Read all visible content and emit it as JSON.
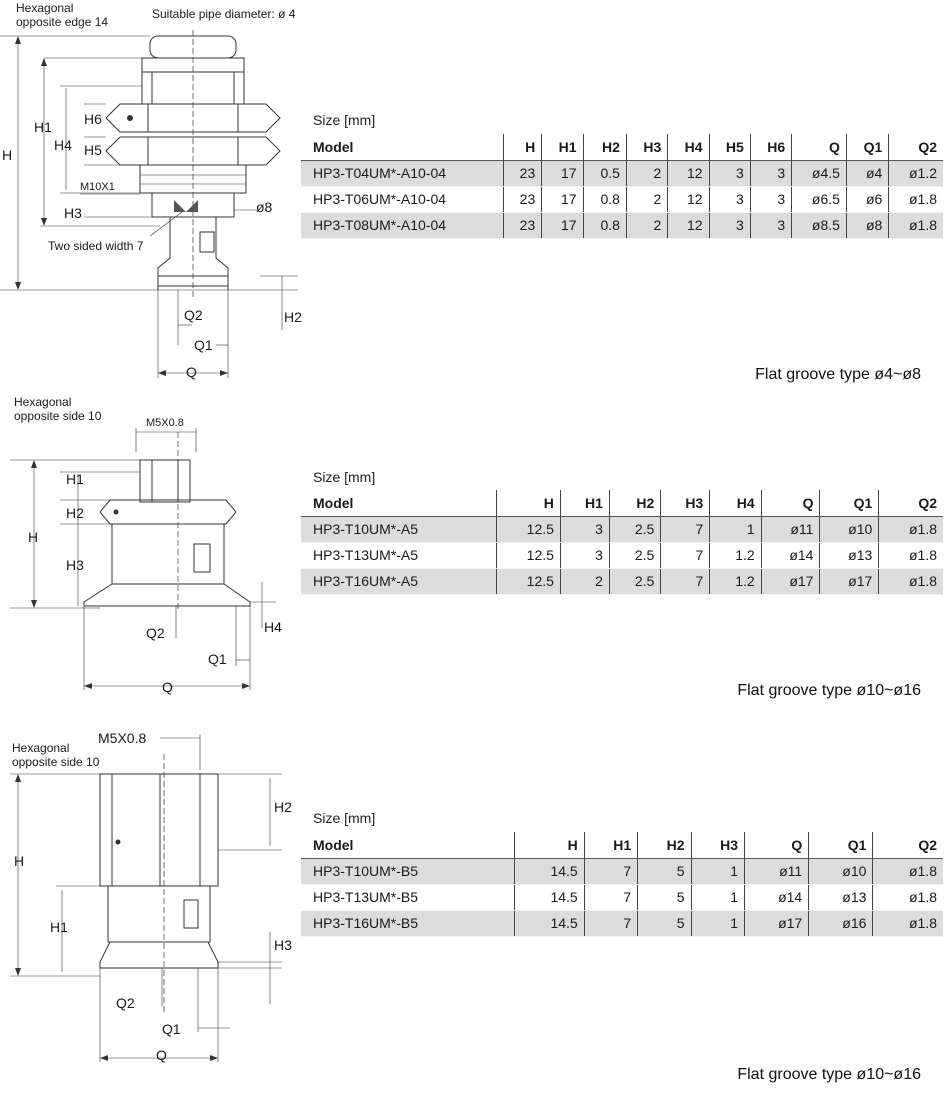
{
  "sections": [
    {
      "size_label": "Size [mm]",
      "caption": "Flat groove type ø4~ø8",
      "headers": [
        "Model",
        "H",
        "H1",
        "H2",
        "H3",
        "H4",
        "H5",
        "H6",
        "Q",
        "Q1",
        "Q2"
      ],
      "rows": [
        [
          "HP3-T04UM*-A10-04",
          "23",
          "17",
          "0.5",
          "2",
          "12",
          "3",
          "3",
          "ø4.5",
          "ø4",
          "ø1.2"
        ],
        [
          "HP3-T06UM*-A10-04",
          "23",
          "17",
          "0.8",
          "2",
          "12",
          "3",
          "3",
          "ø6.5",
          "ø6",
          "ø1.8"
        ],
        [
          "HP3-T08UM*-A10-04",
          "23",
          "17",
          "0.8",
          "2",
          "12",
          "3",
          "3",
          "ø8.5",
          "ø8",
          "ø1.8"
        ]
      ],
      "drawing_labels": {
        "hex_line1": "Hexagonal",
        "hex_line2": "opposite edge 14",
        "pipe": "Suitable pipe diameter: ø 4",
        "thread": "M10X1",
        "dia": "ø8",
        "two_sided": "Two sided width 7",
        "H": "H",
        "H1": "H1",
        "H2": "H2",
        "H3": "H3",
        "H4": "H4",
        "H5": "H5",
        "H6": "H6",
        "Q": "Q",
        "Q1": "Q1",
        "Q2": "Q2"
      }
    },
    {
      "size_label": "Size [mm]",
      "caption": "Flat groove type ø10~ø16",
      "headers": [
        "Model",
        "H",
        "H1",
        "H2",
        "H3",
        "H4",
        "Q",
        "Q1",
        "Q2"
      ],
      "rows": [
        [
          "HP3-T10UM*-A5",
          "12.5",
          "3",
          "2.5",
          "7",
          "1",
          "ø11",
          "ø10",
          "ø1.8"
        ],
        [
          "HP3-T13UM*-A5",
          "12.5",
          "3",
          "2.5",
          "7",
          "1.2",
          "ø14",
          "ø13",
          "ø1.8"
        ],
        [
          "HP3-T16UM*-A5",
          "12.5",
          "2",
          "2.5",
          "7",
          "1.2",
          "ø17",
          "ø17",
          "ø1.8"
        ]
      ],
      "drawing_labels": {
        "hex_line1": "Hexagonal",
        "hex_line2": "opposite side 10",
        "thread": "M5X0.8",
        "H": "H",
        "H1": "H1",
        "H2": "H2",
        "H3": "H3",
        "H4": "H4",
        "Q": "Q",
        "Q1": "Q1",
        "Q2": "Q2"
      }
    },
    {
      "size_label": "Size [mm]",
      "caption": "Flat groove type ø10~ø16",
      "headers": [
        "Model",
        "H",
        "H1",
        "H2",
        "H3",
        "Q",
        "Q1",
        "Q2"
      ],
      "rows": [
        [
          "HP3-T10UM*-B5",
          "14.5",
          "7",
          "5",
          "1",
          "ø11",
          "ø10",
          "ø1.8"
        ],
        [
          "HP3-T13UM*-B5",
          "14.5",
          "7",
          "5",
          "1",
          "ø14",
          "ø13",
          "ø1.8"
        ],
        [
          "HP3-T16UM*-B5",
          "14.5",
          "7",
          "5",
          "1",
          "ø17",
          "ø16",
          "ø1.8"
        ]
      ],
      "drawing_labels": {
        "hex_line1": "Hexagonal",
        "hex_line2": "opposite side 10",
        "thread": "M5X0.8",
        "H": "H",
        "H1": "H1",
        "H2": "H2",
        "H3": "H3",
        "Q": "Q",
        "Q1": "Q1",
        "Q2": "Q2"
      }
    }
  ]
}
